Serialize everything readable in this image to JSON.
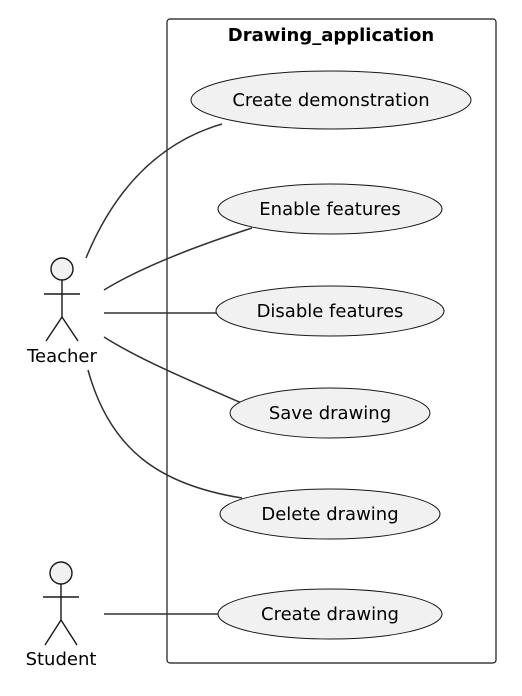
{
  "system": {
    "title": "Drawing_application"
  },
  "actors": [
    {
      "id": "teacher",
      "label": "Teacher"
    },
    {
      "id": "student",
      "label": "Student"
    }
  ],
  "use_cases": [
    {
      "id": "create-demonstration",
      "label": "Create demonstration"
    },
    {
      "id": "enable-features",
      "label": "Enable features"
    },
    {
      "id": "disable-features",
      "label": "Disable features"
    },
    {
      "id": "save-drawing",
      "label": "Save drawing"
    },
    {
      "id": "delete-drawing",
      "label": "Delete drawing"
    },
    {
      "id": "create-drawing",
      "label": "Create drawing"
    }
  ],
  "associations": [
    {
      "from": "teacher",
      "to": "create-demonstration"
    },
    {
      "from": "teacher",
      "to": "enable-features"
    },
    {
      "from": "teacher",
      "to": "disable-features"
    },
    {
      "from": "teacher",
      "to": "save-drawing"
    },
    {
      "from": "teacher",
      "to": "delete-drawing"
    },
    {
      "from": "student",
      "to": "create-drawing"
    }
  ],
  "colors": {
    "fill": "#f1f1f1",
    "stroke": "#181818",
    "text": "#000000"
  }
}
